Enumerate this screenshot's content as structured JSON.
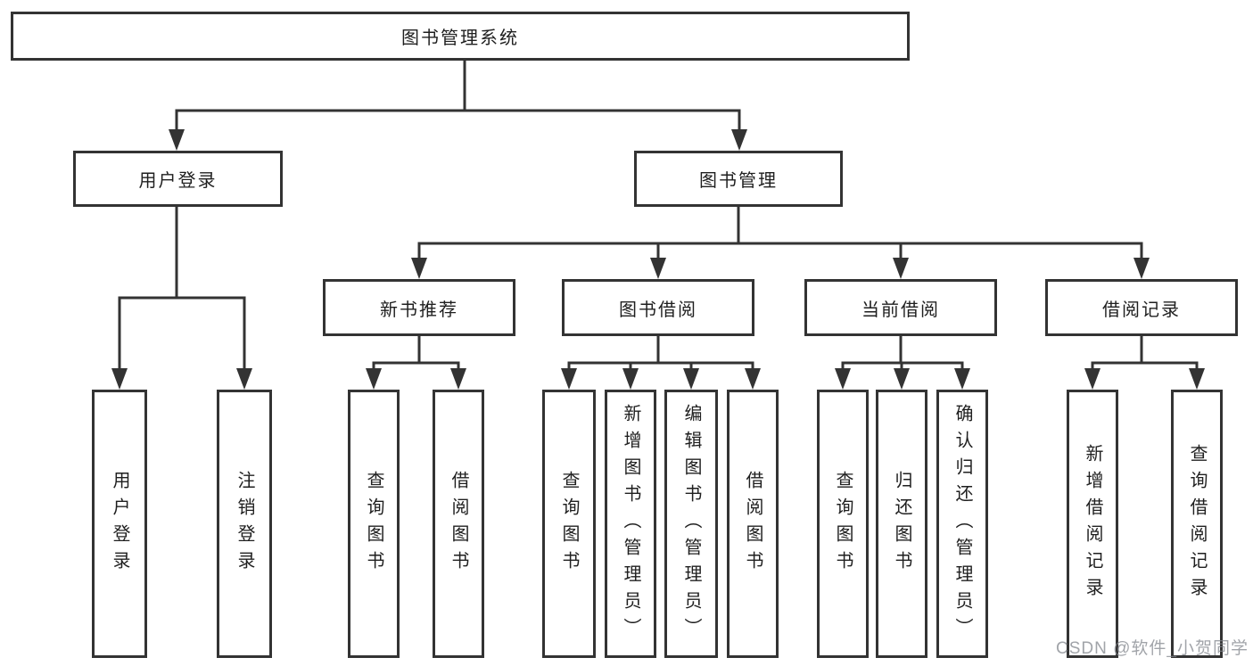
{
  "diagram": {
    "root": {
      "label": "图书管理系统"
    },
    "user_login": {
      "label": "用户登录",
      "children": [
        {
          "label": "用户登录"
        },
        {
          "label": "注销登录"
        }
      ]
    },
    "book_mgmt": {
      "label": "图书管理",
      "sections": [
        {
          "label": "新书推荐",
          "children": [
            {
              "label": "查询图书"
            },
            {
              "label": "借阅图书"
            }
          ]
        },
        {
          "label": "图书借阅",
          "children": [
            {
              "label": "查询图书"
            },
            {
              "label": "新增图书（管理员）"
            },
            {
              "label": "编辑图书（管理员）"
            },
            {
              "label": "借阅图书"
            }
          ]
        },
        {
          "label": "当前借阅",
          "children": [
            {
              "label": "查询图书"
            },
            {
              "label": "归还图书"
            },
            {
              "label": "确认归还（管理员）"
            }
          ]
        },
        {
          "label": "借阅记录",
          "children": [
            {
              "label": "新增借阅记录"
            },
            {
              "label": "查询借阅记录"
            }
          ]
        }
      ]
    }
  },
  "colors": {
    "line": "#333333",
    "text": "#1f1f1f",
    "background": "#ffffff"
  },
  "watermark": {
    "text": "CSDN @软件_小贺同学"
  }
}
